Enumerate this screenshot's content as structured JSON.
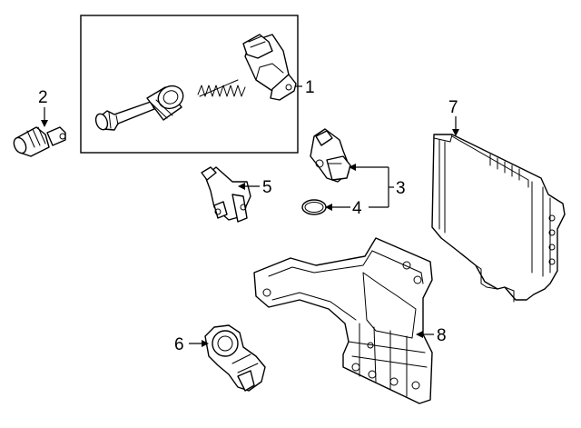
{
  "diagram": {
    "background": "#ffffff",
    "line_color": "#000000",
    "callouts": [
      {
        "id": "1",
        "label": "1"
      },
      {
        "id": "2",
        "label": "2"
      },
      {
        "id": "3",
        "label": "3"
      },
      {
        "id": "4",
        "label": "4"
      },
      {
        "id": "5",
        "label": "5"
      },
      {
        "id": "6",
        "label": "6"
      },
      {
        "id": "7",
        "label": "7"
      },
      {
        "id": "8",
        "label": "8"
      }
    ]
  }
}
